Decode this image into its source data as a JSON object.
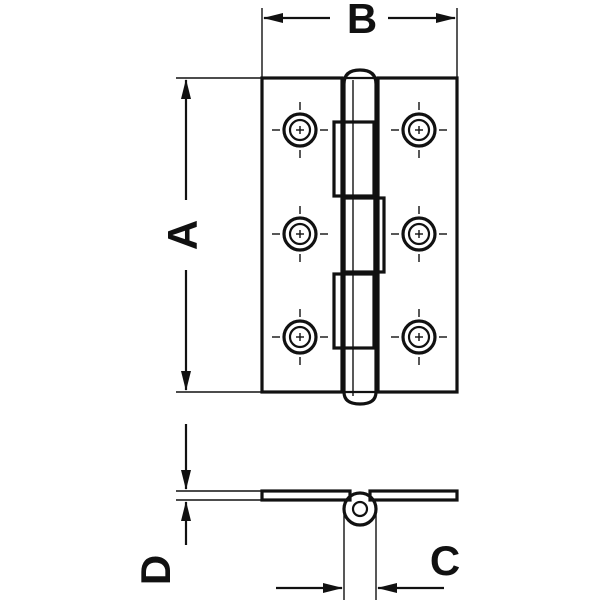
{
  "diagram": {
    "labels": {
      "width": "B",
      "height": "A",
      "thickness": "D",
      "knuckle": "C"
    },
    "colors": {
      "line": "#111111",
      "background": "#ffffff"
    },
    "hinge": {
      "screw_holes_per_leaf": 3,
      "leaves": 2
    }
  }
}
